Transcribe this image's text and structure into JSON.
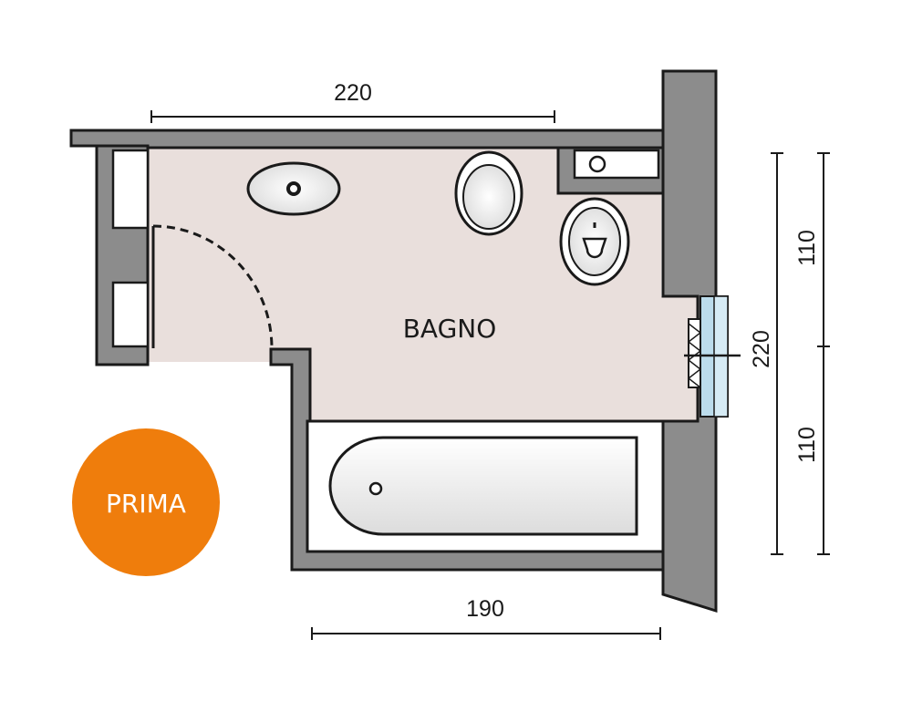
{
  "room": {
    "label": "BAGNO"
  },
  "badge": {
    "label": "PRIMA",
    "color": "#ef7d0c"
  },
  "dimensions": {
    "top": "220",
    "bottom": "190",
    "right_upper": "110",
    "right_lower": "110",
    "right_total": "220"
  },
  "colors": {
    "wall": "#8c8c8c",
    "floor": "#e9dfdc",
    "fixture": "#ffffff",
    "window": "#bcdcec",
    "outline": "#1a1a1a"
  }
}
